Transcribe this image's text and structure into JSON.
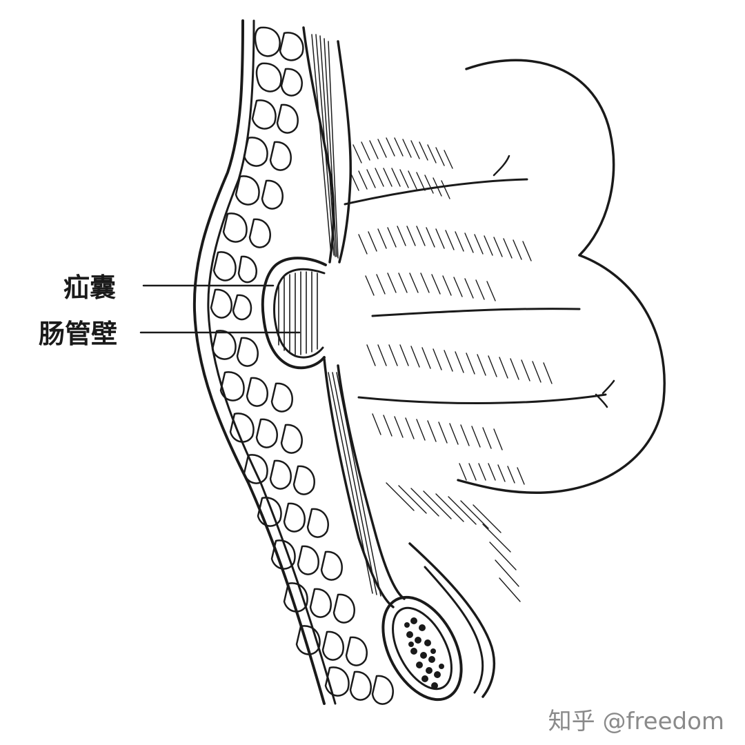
{
  "labels": {
    "hernia_sac": "疝囊",
    "bowel_wall": "肠管壁"
  },
  "watermark": "知乎 @freedom",
  "colors": {
    "ink": "#1a1a1a",
    "background": "#ffffff",
    "watermark": "#8a8a8a"
  }
}
